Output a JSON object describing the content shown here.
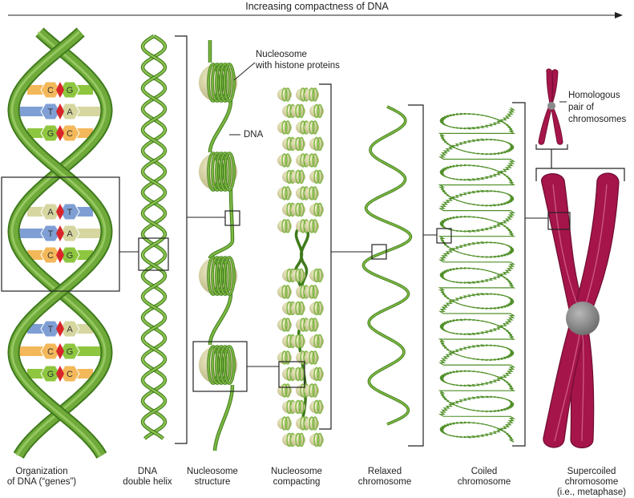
{
  "title": "Increasing compactness of DNA",
  "colors": {
    "strand": "#6faa3a",
    "strand_dark": "#3f7a1c",
    "nucleosome": "#dcd9a6",
    "chromosome": "#a5154a",
    "centromere": "#8a8a8a"
  },
  "base_pairs": [
    [
      "C",
      "G"
    ],
    [
      "T",
      "A"
    ],
    [
      "G",
      "C"
    ],
    [
      "A",
      "T"
    ],
    [
      "T",
      "A"
    ],
    [
      "C",
      "G"
    ],
    [
      "T",
      "A"
    ],
    [
      "C",
      "G"
    ],
    [
      "G",
      "C"
    ]
  ],
  "annotations": {
    "nucleosome": [
      "Nucleosome",
      "with histone proteins"
    ],
    "dna": "DNA",
    "homologous": [
      "Homologous",
      "pair of",
      "chromosomes"
    ]
  },
  "stages": [
    [
      "Organization",
      "of DNA (“genes”)"
    ],
    [
      "DNA",
      "double helix"
    ],
    [
      "Nucleosome",
      "structure"
    ],
    [
      "Nucleosome",
      "compacting"
    ],
    [
      "Relaxed",
      "chromosome"
    ],
    [
      "Coiled",
      "chromosome"
    ],
    [
      "Supercoiled",
      "chromosome",
      "(i.e., metaphase)"
    ]
  ]
}
